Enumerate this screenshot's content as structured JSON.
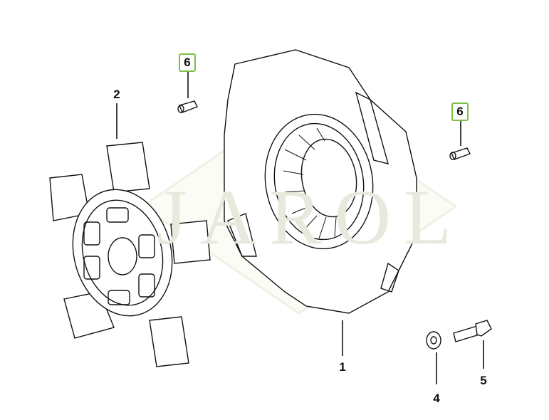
{
  "watermark": "JAROL",
  "callouts": [
    {
      "id": "6a",
      "label": "6",
      "highlighted": true
    },
    {
      "id": "2",
      "label": "2",
      "highlighted": false
    },
    {
      "id": "6b",
      "label": "6",
      "highlighted": true
    },
    {
      "id": "1",
      "label": "1",
      "highlighted": false
    },
    {
      "id": "4",
      "label": "4",
      "highlighted": false
    },
    {
      "id": "5",
      "label": "5",
      "highlighted": false
    }
  ],
  "colors": {
    "highlight": "#7ac143",
    "line": "#111111"
  }
}
